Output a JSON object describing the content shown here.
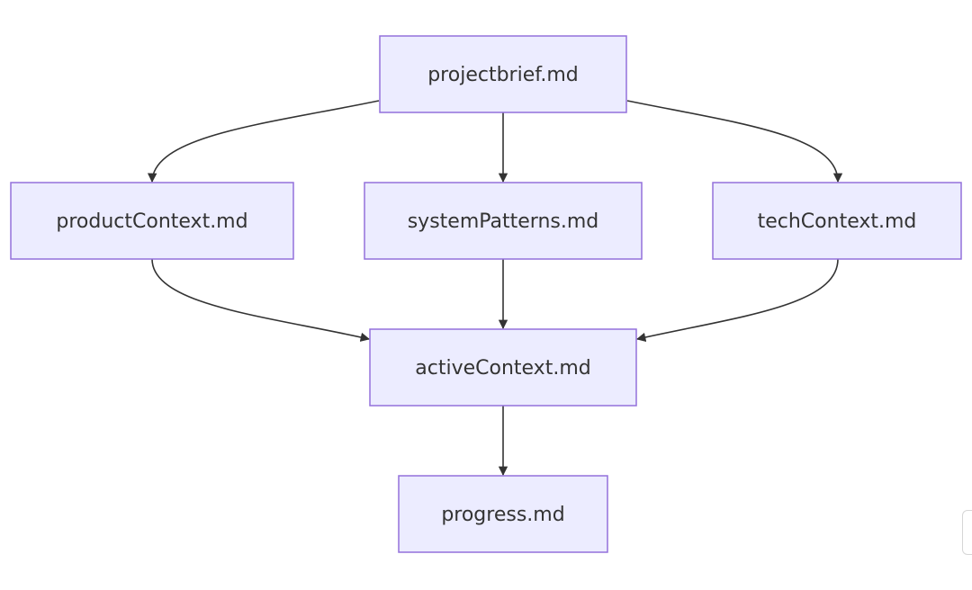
{
  "diagram": {
    "nodes": {
      "projectbrief": "projectbrief.md",
      "productContext": "productContext.md",
      "systemPatterns": "systemPatterns.md",
      "techContext": "techContext.md",
      "activeContext": "activeContext.md",
      "progress": "progress.md"
    },
    "edges": [
      {
        "from": "projectbrief",
        "to": "productContext"
      },
      {
        "from": "projectbrief",
        "to": "systemPatterns"
      },
      {
        "from": "projectbrief",
        "to": "techContext"
      },
      {
        "from": "productContext",
        "to": "activeContext"
      },
      {
        "from": "systemPatterns",
        "to": "activeContext"
      },
      {
        "from": "techContext",
        "to": "activeContext"
      },
      {
        "from": "activeContext",
        "to": "progress"
      }
    ]
  },
  "colors": {
    "node_fill": "#ececff",
    "node_border": "#9370db",
    "edge": "#333333",
    "text": "#333333"
  }
}
